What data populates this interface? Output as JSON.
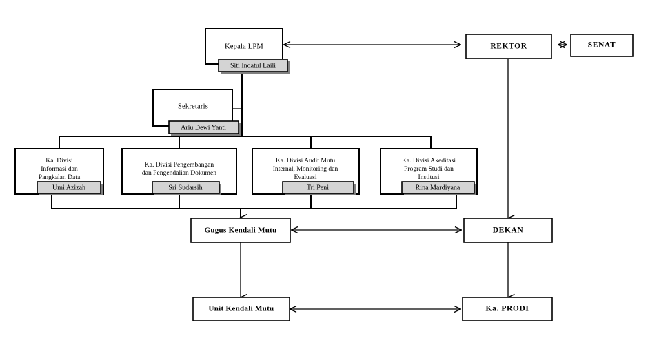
{
  "diagram": {
    "type": "organizational-chart",
    "title_text": "",
    "colors": {
      "background": "#ffffff",
      "box_fill": "#ffffff",
      "box_stroke": "#000000",
      "badge_fill": "#d4d4d4",
      "badge_stroke": "#000000",
      "badge_shadow": "#808080",
      "connector": "#000000"
    }
  },
  "nodes": {
    "kepala_lpm": {
      "label": "Kepala LPM",
      "person": "Siti Indatul Laili"
    },
    "rektor": {
      "label": "REKTOR"
    },
    "senat": {
      "label": "SENAT"
    },
    "sekretaris": {
      "label": "Sekretaris",
      "person": "Ariu Dewi Yanti"
    },
    "divisi_1": {
      "line1": "Ka. Divisi",
      "line2": "Informasi  dan",
      "line3": "Pangkalan Data",
      "person": "Umi Azizah"
    },
    "divisi_2": {
      "line1": "Ka. Divisi Pengembangan",
      "line2": "dan Pengendalian Dokumen",
      "line3": "",
      "person": "Sri Sudarsih"
    },
    "divisi_3": {
      "line1": "Ka. Divisi Audit Mutu",
      "line2": "Internal, Monitoring dan",
      "line3": "Evaluasi",
      "person": "Tri Peni"
    },
    "divisi_4": {
      "line1": "Ka. Divisi Akeditasi",
      "line2": "Program Studi dan",
      "line3": "Institusi",
      "person": "Rina Mardiyana"
    },
    "gugus_kendali_mutu": {
      "label": "Gugus Kendali Mutu"
    },
    "dekan": {
      "label": "DEKAN"
    },
    "unit_kendali_mutu": {
      "label": "Unit Kendali Mutu"
    },
    "ka_prodi": {
      "label": "Ka. PRODI"
    }
  },
  "connections": [
    {
      "from": "kepala_lpm",
      "to": "rektor",
      "style": "bidirectional"
    },
    {
      "from": "rektor",
      "to": "senat",
      "style": "bidirectional"
    },
    {
      "from": "rektor",
      "to": "dekan",
      "style": "arrow-down"
    },
    {
      "from": "kepala_lpm",
      "to": "sekretaris",
      "style": "line"
    },
    {
      "from": "kepala_lpm",
      "to": "divisi_1",
      "style": "line"
    },
    {
      "from": "kepala_lpm",
      "to": "divisi_2",
      "style": "line"
    },
    {
      "from": "kepala_lpm",
      "to": "divisi_3",
      "style": "line"
    },
    {
      "from": "kepala_lpm",
      "to": "divisi_4",
      "style": "line"
    },
    {
      "from": "divisions",
      "to": "gugus_kendali_mutu",
      "style": "arrow-down"
    },
    {
      "from": "gugus_kendali_mutu",
      "to": "dekan",
      "style": "bidirectional"
    },
    {
      "from": "gugus_kendali_mutu",
      "to": "unit_kendali_mutu",
      "style": "arrow-down"
    },
    {
      "from": "dekan",
      "to": "ka_prodi",
      "style": "arrow-down"
    },
    {
      "from": "unit_kendali_mutu",
      "to": "ka_prodi",
      "style": "bidirectional"
    }
  ]
}
